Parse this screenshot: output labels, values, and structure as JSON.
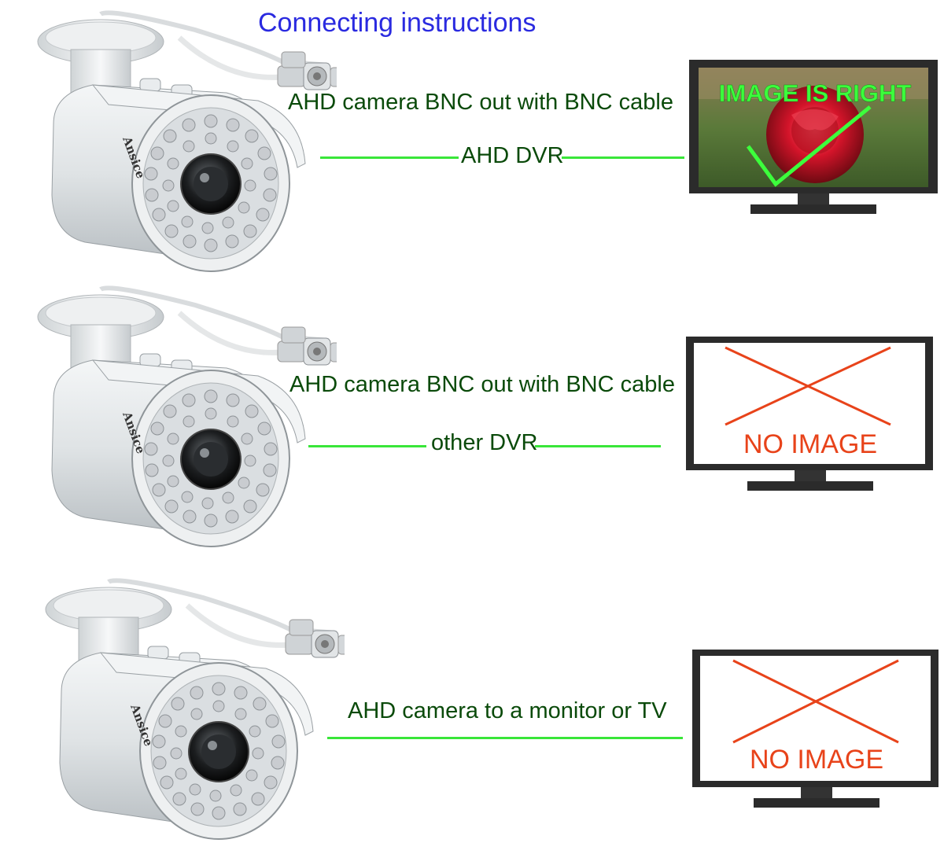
{
  "title": "Connecting instructions",
  "rows": [
    {
      "cable_label": "AHD camera BNC out with BNC cable",
      "device_label": "AHD DVR",
      "screen_text": "IMAGE IS RIGHT",
      "screen_color": "#3cff3c",
      "result": "image"
    },
    {
      "cable_label": "AHD camera BNC out with BNC cable",
      "device_label": "other DVR",
      "screen_text": "NO IMAGE",
      "screen_color": "#e8431a",
      "result": "no-image"
    },
    {
      "cable_label": "AHD camera to a monitor or TV",
      "device_label": "",
      "screen_text": "NO IMAGE",
      "screen_color": "#e8431a",
      "result": "no-image"
    }
  ],
  "camera": {
    "brand": "Ansice"
  },
  "colors": {
    "title": "#2a2ae0",
    "label": "#0a4a0a",
    "connector_line": "#39e639",
    "cross": "#e8431a",
    "check": "#3cff3c",
    "monitor_frame": "#2b2b2b"
  }
}
